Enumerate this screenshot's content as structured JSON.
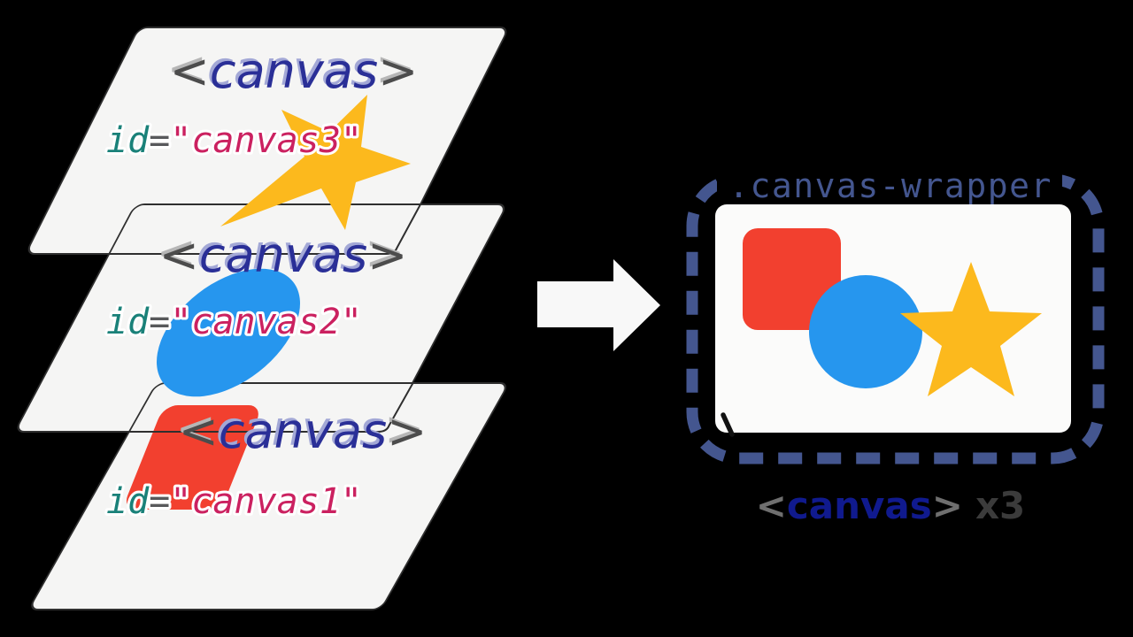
{
  "title": "canvas stacking diagram",
  "layers": [
    {
      "tag_open": "<",
      "tag_word": "canvas",
      "tag_close": ">",
      "attr_name": "id",
      "attr_equals": "=",
      "attr_value": "\"canvas3\"",
      "shape": "star"
    },
    {
      "tag_open": "<",
      "tag_word": "canvas",
      "tag_close": ">",
      "attr_name": "id",
      "attr_equals": "=",
      "attr_value": "\"canvas2\"",
      "shape": "ellipse"
    },
    {
      "tag_open": "<",
      "tag_word": "canvas",
      "tag_close": ">",
      "attr_name": "id",
      "attr_equals": "=",
      "attr_value": "\"canvas1\"",
      "shape": "rounded-rect"
    }
  ],
  "wrapper": {
    "label": ".canvas-wrapper"
  },
  "caption": {
    "open": "<",
    "word": "canvas",
    "close": ">",
    "multiplier": "x3"
  },
  "colors": {
    "background": "#000000",
    "card_fill": "#f5f5f4",
    "card_border": "#2f2f2f",
    "result_card_fill": "#fbfbfa",
    "tag_bracket": "#4c4c4c",
    "tag_bracket_shadow": "#b6b6b6",
    "tag_word": "#2a2f97",
    "tag_word_shadow": "#a3a8d6",
    "attr_name": "#1a8179",
    "attr_equals": "#58595b",
    "attr_value": "#cb2160",
    "star_yellow": "#fcb91d",
    "ellipse_blue": "#2696ee",
    "rect_red": "#f2402f",
    "arrow_fill": "#f8f8f8",
    "wrapper_dash": "#44568f",
    "caption_bracket": "#6f6f6f",
    "caption_word": "#101a8e",
    "caption_mult": "#3b3b3b",
    "stray_mark": "#111111"
  }
}
